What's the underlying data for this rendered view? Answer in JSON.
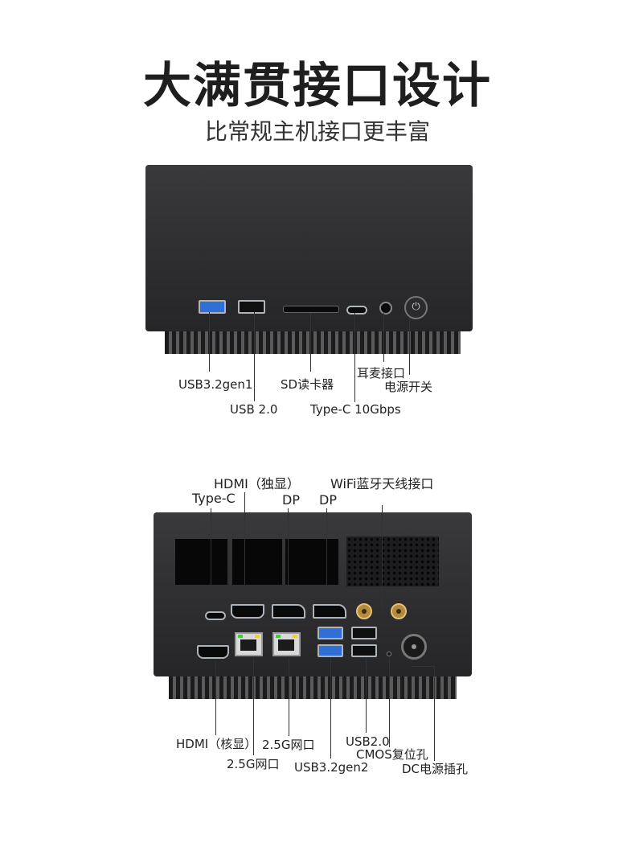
{
  "headline": "大满贯接口设计",
  "subheadline": "比常规主机接口更丰富",
  "front_panel": {
    "labels": {
      "usb32_gen1": "USB3.2gen1",
      "usb20": "USB 2.0",
      "sd_reader": "SD读卡器",
      "typec": "Type-C 10Gbps",
      "headset": "耳麦接口",
      "power_switch": "电源开关"
    },
    "icons": [
      "usb3-port-icon",
      "usb2-port-icon",
      "sd-slot-icon",
      "typec-port-icon",
      "audio-jack-icon",
      "power-icon"
    ]
  },
  "rear_panel": {
    "labels": {
      "hdmi_dgpu": "HDMI（独显）",
      "typec": "Type-C",
      "dp1": "DP",
      "dp2": "DP",
      "wifi_antenna": "WiFi蓝牙天线接口",
      "hdmi_igpu": "HDMI（核显）",
      "lan_25g_a": "2.5G网口",
      "lan_25g_b": "2.5G网口",
      "usb32_gen2": "USB3.2gen2",
      "usb20": "USB2.0",
      "cmos_reset": "CMOS复位孔",
      "dc_power": "DC电源插孔"
    }
  }
}
